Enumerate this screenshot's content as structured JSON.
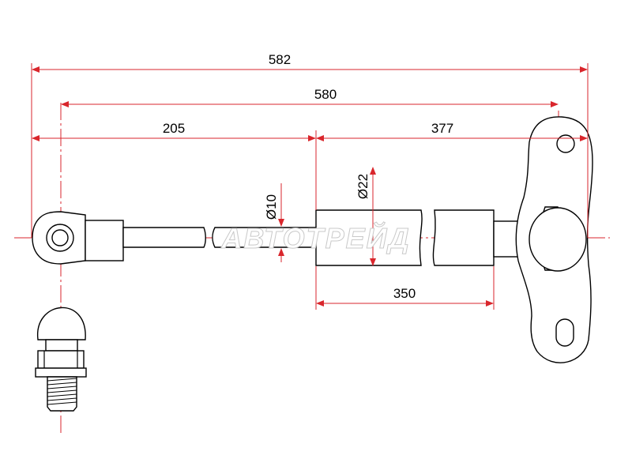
{
  "dimensions": {
    "overall_length": "582",
    "eye_to_eye_length": "580",
    "rod_section_length": "205",
    "body_section_length": "377",
    "cylinder_length": "350",
    "rod_diameter": "Ø10",
    "cylinder_diameter": "Ø22"
  },
  "watermark": {
    "text": "АВТОТРЕЙД"
  },
  "colors": {
    "dimension_lines": "#d9262c",
    "outline": "#000000",
    "background": "#ffffff"
  }
}
